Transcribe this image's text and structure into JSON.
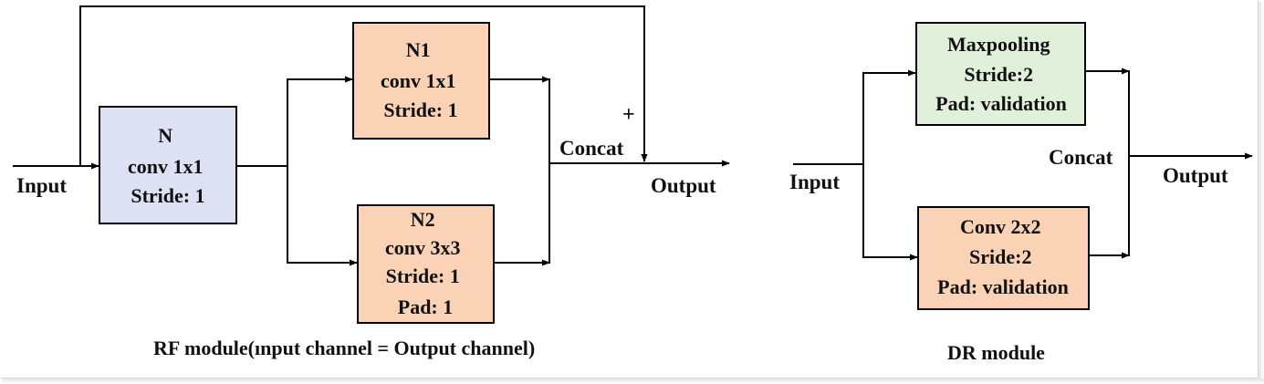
{
  "colors": {
    "blue_box": "#dde1f3",
    "orange_box": "#fad2b6",
    "green_box": "#e1f0da",
    "line": "#000000"
  },
  "rf_module": {
    "caption": "RF module(ınput channel = Output channel)",
    "input_label": "Input",
    "output_label": "Output",
    "concat_label": "Concat",
    "plus_label": "+",
    "box_n": {
      "lines": [
        "N",
        "conv 1x1",
        "Stride: 1"
      ]
    },
    "box_n1": {
      "lines": [
        "N1",
        "conv 1x1",
        "Stride: 1"
      ]
    },
    "box_n2": {
      "lines": [
        "N2",
        "conv 3x3",
        "Stride: 1",
        "Pad: 1"
      ]
    }
  },
  "dr_module": {
    "caption": "DR module",
    "input_label": "Input",
    "output_label": "Output",
    "concat_label": "Concat",
    "box_maxpool": {
      "lines": [
        "Maxpooling",
        "Stride:2",
        "Pad: validation"
      ]
    },
    "box_conv": {
      "lines": [
        "Conv 2x2",
        "Sride:2",
        "Pad: validation"
      ]
    }
  }
}
